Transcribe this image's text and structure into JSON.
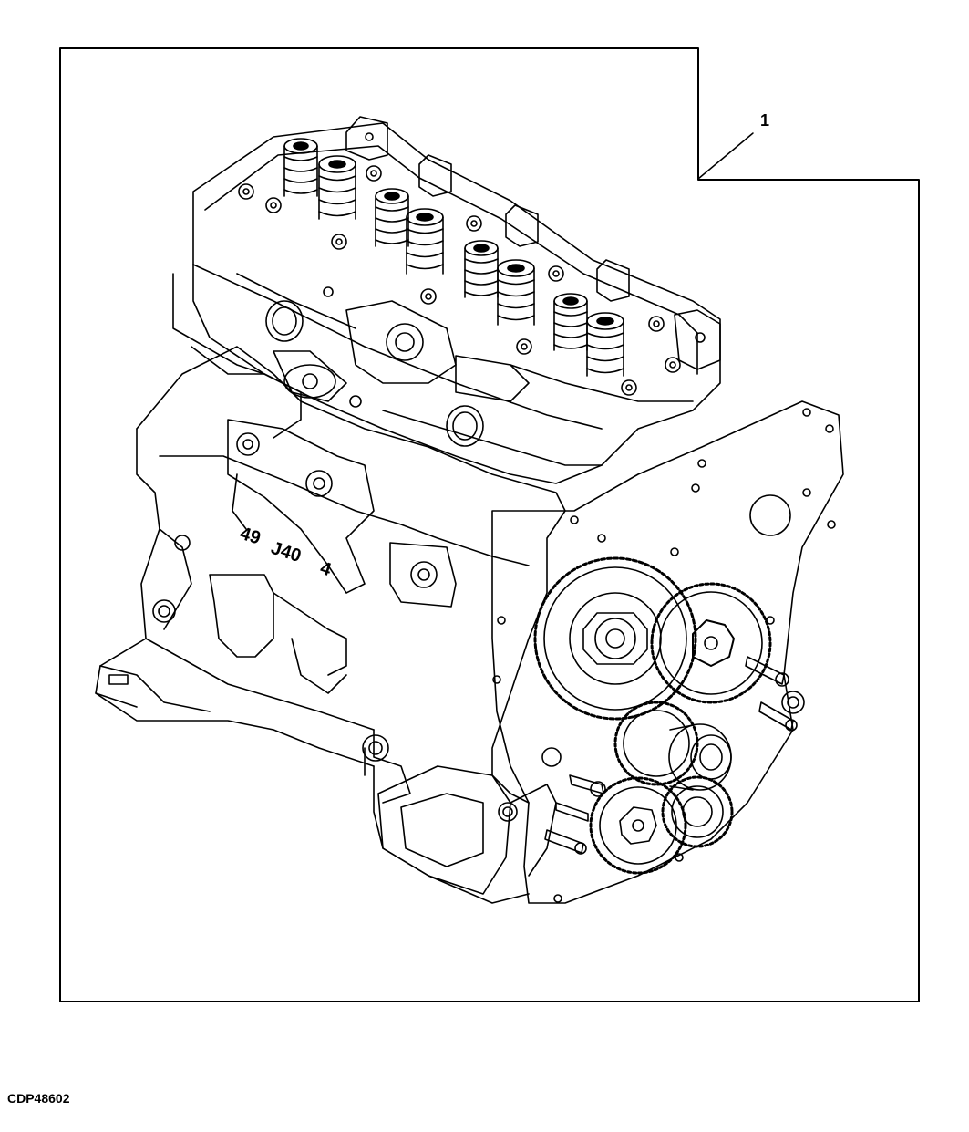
{
  "callout": {
    "label": "1"
  },
  "figure": {
    "code": "CDP48602"
  },
  "castings": {
    "block_marks": [
      "49",
      "J40",
      "4"
    ]
  },
  "colors": {
    "line": "#000000",
    "background": "#ffffff"
  }
}
